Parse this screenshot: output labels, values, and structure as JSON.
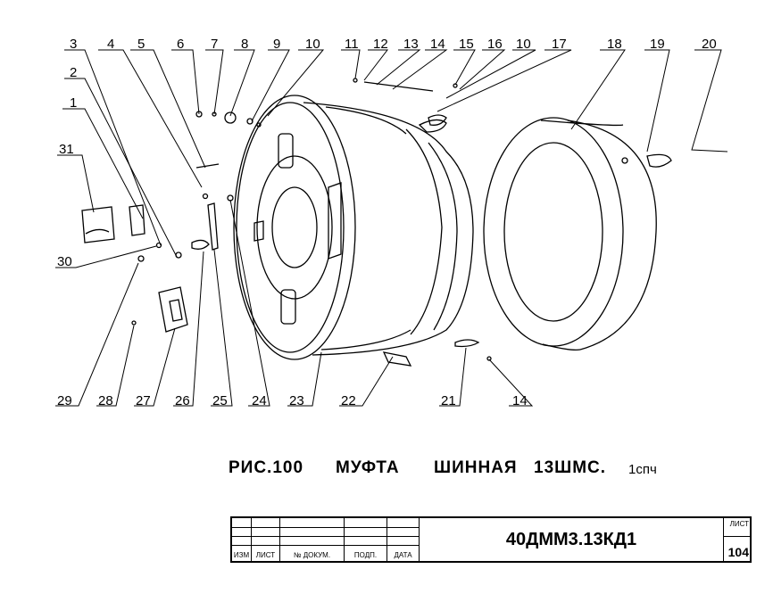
{
  "callouts": [
    "1",
    "2",
    "3",
    "4",
    "5",
    "6",
    "7",
    "8",
    "9",
    "10",
    "10",
    "11",
    "12",
    "13",
    "14",
    "14",
    "15",
    "16",
    "17",
    "18",
    "19",
    "20",
    "21",
    "22",
    "23",
    "24",
    "25",
    "26",
    "27",
    "28",
    "29",
    "30",
    "31"
  ],
  "caption": {
    "figure": "РИС.100",
    "word1": "МУФТА",
    "word2": "ШИННАЯ",
    "code": "13ШМС.",
    "suffix": "1спч"
  },
  "stamp": {
    "col_izm": "ИЗМ",
    "col_list": "ЛИСТ",
    "col_doc": "№ ДОКУМ.",
    "col_sign": "ПОДП.",
    "col_date": "ДАТА",
    "document": "40ДММ3.13КД1",
    "sheet_label": "ЛИСТ",
    "sheet_number": "104"
  }
}
